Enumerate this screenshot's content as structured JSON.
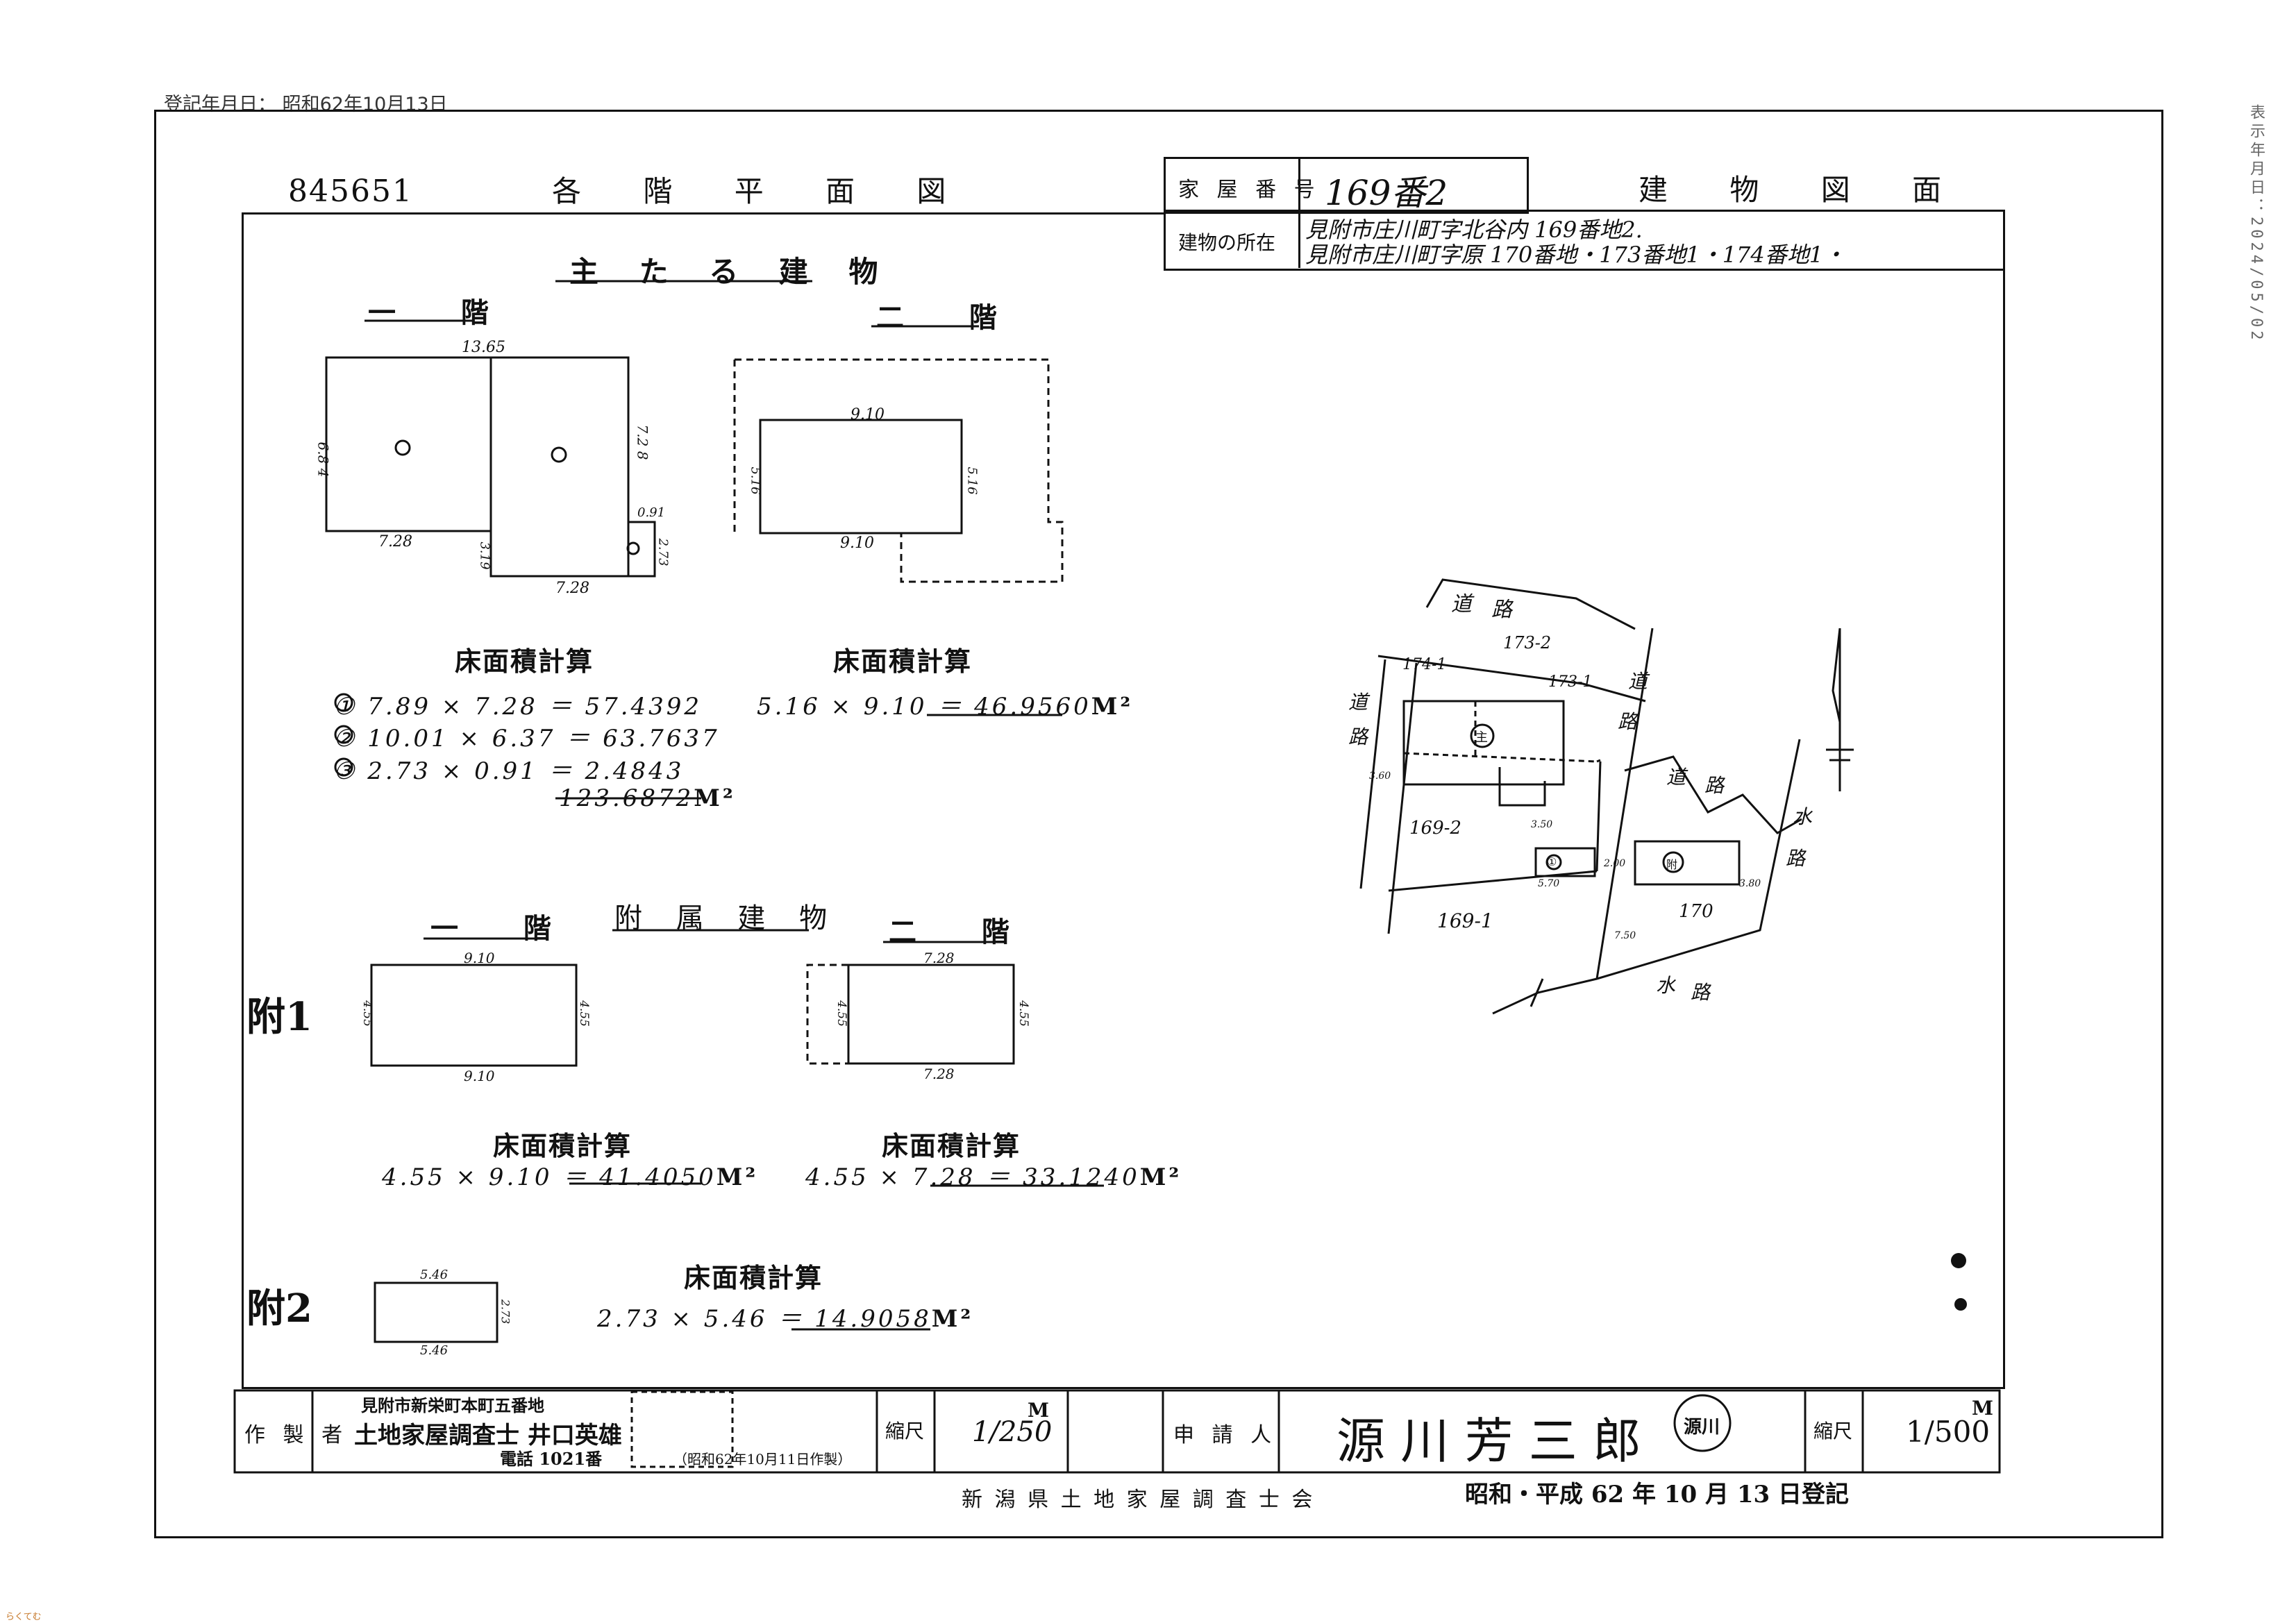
{
  "registration_header": "登記年月日： 昭和62年10月13日",
  "display_date": "表示年月日：2024/05/02",
  "corner_mark": "らくてむ",
  "document": {
    "number": "845651",
    "floor_plans_title": "各 階 平 面 図",
    "building_drawing_title": "建 物 図 面",
    "house_number_label": "家 屋 番 号",
    "house_number_value": "169番2",
    "location_label": "建物の所在",
    "location_line1": "見附市庄川町字北谷内 169番地2.",
    "location_line2": "見附市庄川町字原 170番地・173番地1・174番地1・"
  },
  "main_building": {
    "title": "主 た る 建 物",
    "floor1_title": "一 階",
    "floor2_title": "二 階",
    "floor1_dims": {
      "top": "13.65",
      "left": "6.8 4",
      "right_upper": "7.2 8",
      "bottom_left": "7.28",
      "small_side": "0.91",
      "small_right": "2.73",
      "lower_left": "3.19",
      "bottom": "7.28"
    },
    "floor1_markers": [
      "①",
      "②",
      "③"
    ],
    "floor2_dims": {
      "top": "9.10",
      "bottom": "9.10",
      "left": "5.16",
      "right": "5.16"
    },
    "area_calc_title": "床面積計算",
    "floor1_calcs": [
      {
        "mark": "①",
        "expr": "7.89 × 7.28 ＝",
        "result": "57.4392"
      },
      {
        "mark": "②",
        "expr": "10.01 × 6.37 ＝",
        "result": "63.7637"
      },
      {
        "mark": "③",
        "expr": "2.73 × 0.91 ＝",
        "result": "2.4843"
      }
    ],
    "floor1_total": "123.6872",
    "floor2_calc": {
      "expr": "5.16 × 9.10 ＝",
      "result": "46.9560"
    },
    "unit": "M²"
  },
  "annex": {
    "title": "附 属 建 物",
    "floor1_title": "一 階",
    "floor2_title": "二 階",
    "annex1_label": "附1",
    "annex2_label": "附2",
    "annex1_f1_dims": {
      "top": "9.10",
      "bottom": "9.10",
      "left": "4.55",
      "right": "4.55"
    },
    "annex1_f2_dims": {
      "top": "7.28",
      "bottom": "7.28",
      "left": "4.55",
      "right": "4.55"
    },
    "annex2_dims": {
      "top": "5.46",
      "bottom": "5.46",
      "right": "2.73"
    },
    "area_calc_title": "床面積計算",
    "annex1_f1_calc": {
      "expr": "4.55 × 9.10 ＝",
      "result": "41.4050"
    },
    "annex1_f2_calc": {
      "expr": "4.55 × 7.28 ＝",
      "result": "33.1240"
    },
    "annex2_calc": {
      "expr": "2.73 × 5.46 ＝",
      "result": "14.9058"
    },
    "unit": "M²"
  },
  "site_map": {
    "road_labels": [
      "道",
      "路",
      "道",
      "路",
      "道",
      "路",
      "道",
      "路",
      "水",
      "路",
      "水",
      "路"
    ],
    "lots": [
      "174-1",
      "173-2",
      "173-1",
      "169-2",
      "169-1",
      "170"
    ],
    "distances": [
      "3.60",
      "3.50",
      "5.70",
      "2.00",
      "3.80",
      "7.50"
    ],
    "markers": [
      "主",
      "附",
      "①"
    ]
  },
  "footer": {
    "maker_label": "作 製 者",
    "maker_address": "見附市新栄町本町五番地",
    "maker_name": "土地家屋調査士 井口英雄",
    "maker_phone": "電話 1021番",
    "maker_date": "（昭和62年10月11日作製）",
    "scale_label": "縮尺",
    "scale_left": "1/250",
    "scale_left_unit": "M",
    "applicant_label": "申 請 人",
    "applicant_name": "源 川 芳 三 郎",
    "seal_text": "源川",
    "scale_right": "1/500",
    "scale_right_unit": "M",
    "association": "新 潟 県 土 地 家 屋 調 査 士 会",
    "registered": "昭和・平成 62 年 10 月 13 日登記"
  }
}
